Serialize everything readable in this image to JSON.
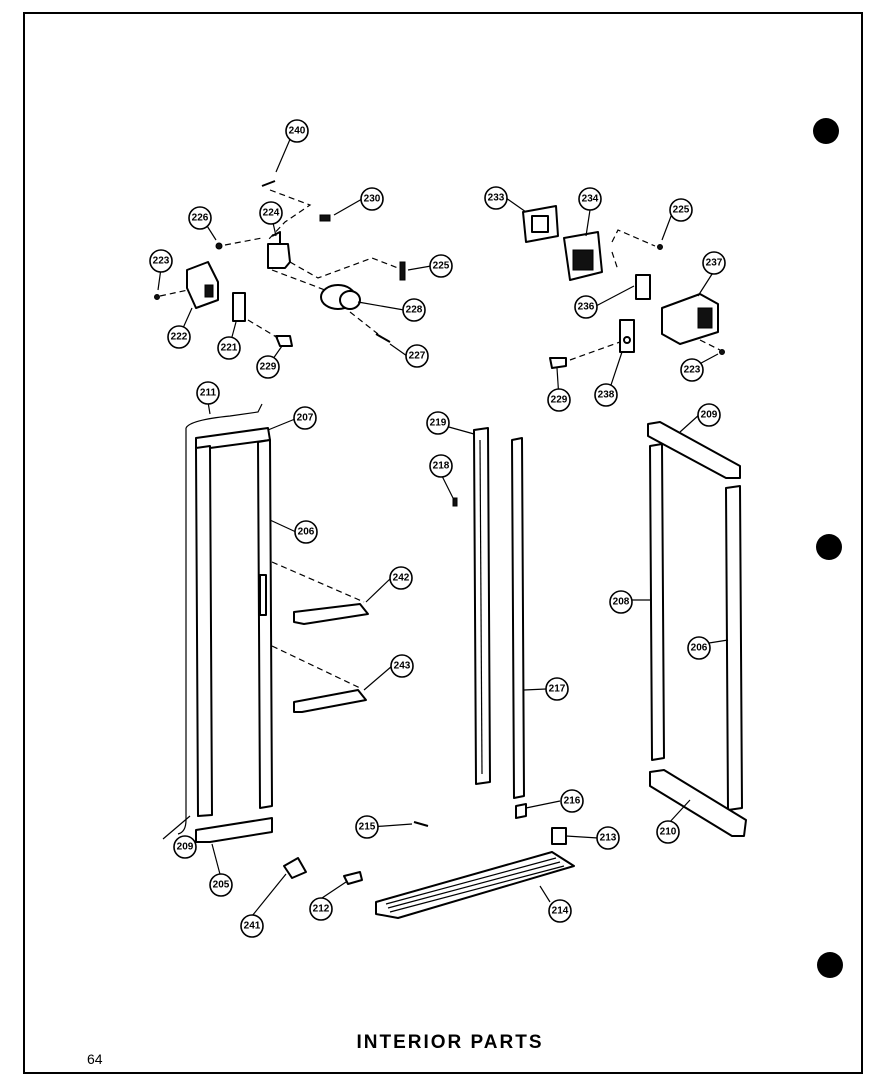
{
  "page": {
    "title": "INTERIOR PARTS",
    "number": "64"
  },
  "callouts": [
    {
      "id": "c240",
      "label": "240"
    },
    {
      "id": "c230",
      "label": "230"
    },
    {
      "id": "c226",
      "label": "226"
    },
    {
      "id": "c224",
      "label": "224"
    },
    {
      "id": "c223a",
      "label": "223"
    },
    {
      "id": "c225a",
      "label": "225"
    },
    {
      "id": "c228",
      "label": "228"
    },
    {
      "id": "c222",
      "label": "222"
    },
    {
      "id": "c221",
      "label": "221"
    },
    {
      "id": "c229a",
      "label": "229"
    },
    {
      "id": "c227",
      "label": "227"
    },
    {
      "id": "c233",
      "label": "233"
    },
    {
      "id": "c234",
      "label": "234"
    },
    {
      "id": "c225b",
      "label": "225"
    },
    {
      "id": "c237",
      "label": "237"
    },
    {
      "id": "c236",
      "label": "236"
    },
    {
      "id": "c229b",
      "label": "229"
    },
    {
      "id": "c238",
      "label": "238"
    },
    {
      "id": "c223b",
      "label": "223"
    },
    {
      "id": "c211",
      "label": "211"
    },
    {
      "id": "c207",
      "label": "207"
    },
    {
      "id": "c209a",
      "label": "209"
    },
    {
      "id": "c242",
      "label": "242"
    },
    {
      "id": "c243",
      "label": "243"
    },
    {
      "id": "c206a",
      "label": "206"
    },
    {
      "id": "c205",
      "label": "205"
    },
    {
      "id": "c241",
      "label": "241"
    },
    {
      "id": "c212",
      "label": "212"
    },
    {
      "id": "c219",
      "label": "219"
    },
    {
      "id": "c218",
      "label": "218"
    },
    {
      "id": "c217",
      "label": "217"
    },
    {
      "id": "c215",
      "label": "215"
    },
    {
      "id": "c216",
      "label": "216"
    },
    {
      "id": "c213",
      "label": "213"
    },
    {
      "id": "c214",
      "label": "214"
    },
    {
      "id": "c208",
      "label": "208"
    },
    {
      "id": "c209b",
      "label": "209"
    },
    {
      "id": "c206b",
      "label": "206"
    },
    {
      "id": "c210",
      "label": "210"
    }
  ]
}
